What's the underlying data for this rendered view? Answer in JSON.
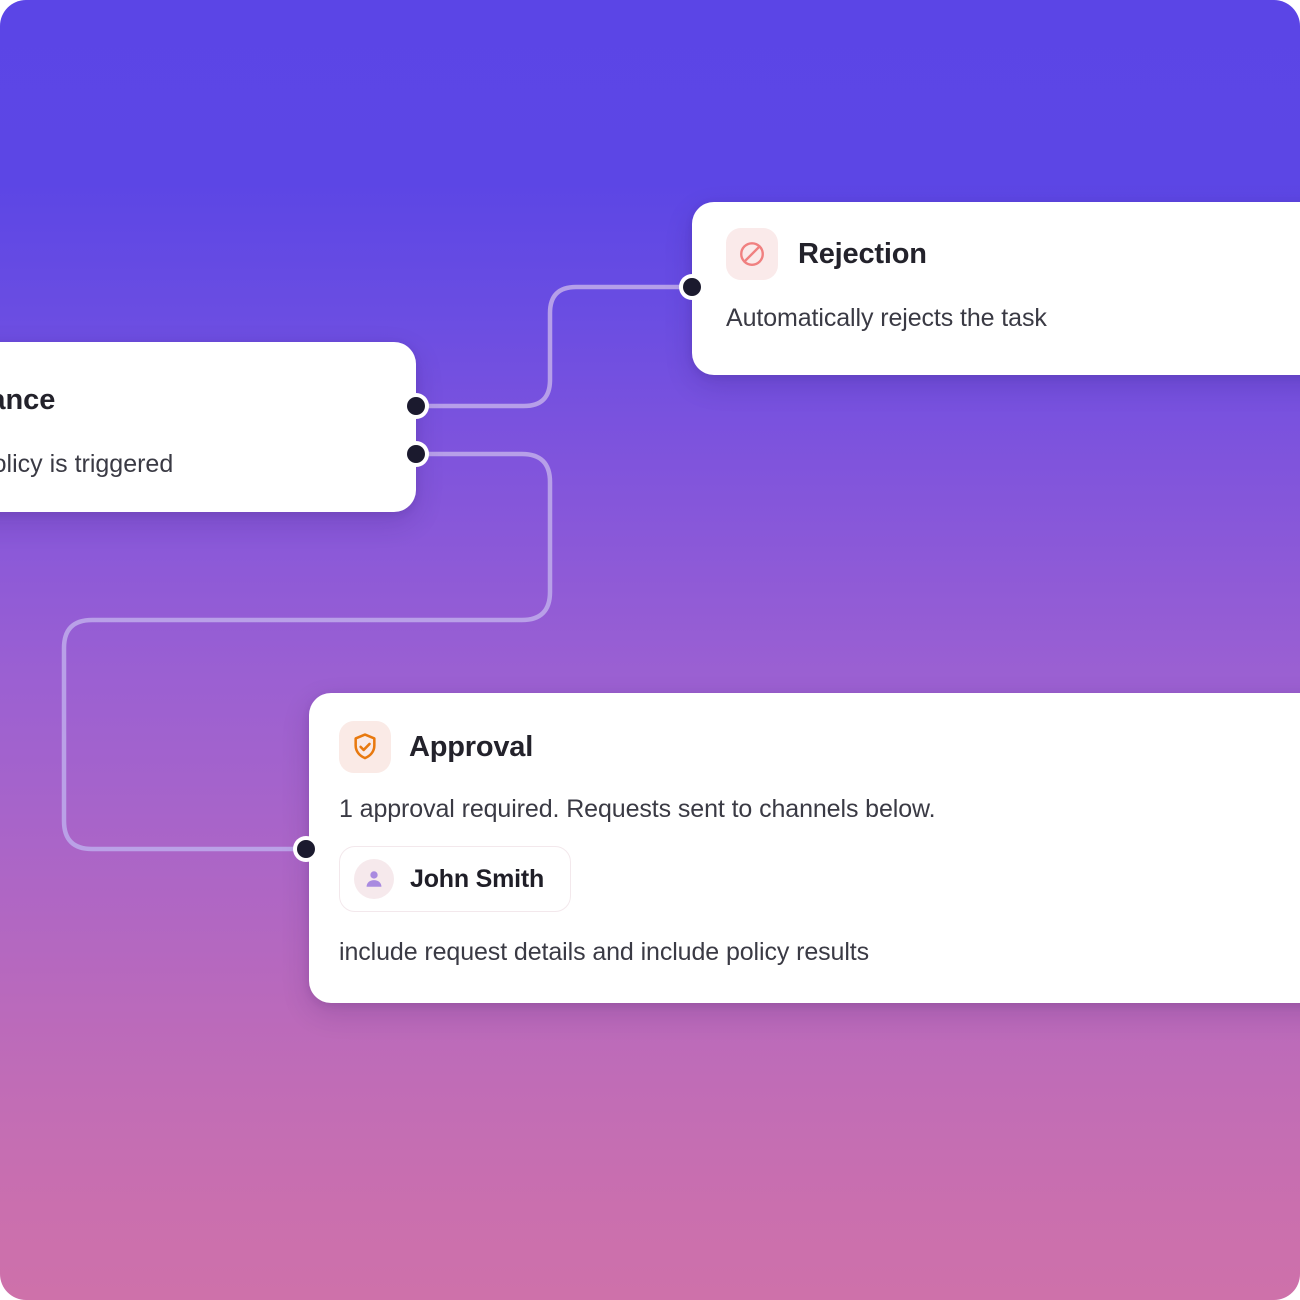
{
  "canvas": {
    "background_top": "#5B45E6",
    "background_mid": "#9B60D2",
    "background_bottom": "#CE71AA",
    "connector_color": "#BCA6E9",
    "port_color": "#1B1A2E"
  },
  "nodes": {
    "compliance": {
      "title": "ompliance",
      "description": "when policy is triggered",
      "clipped": "left"
    },
    "rejection": {
      "icon": "no-entry-icon",
      "icon_color": "#F08080",
      "icon_bg": "#FAEAEA",
      "title": "Rejection",
      "description": "Automatically rejects the task"
    },
    "approval": {
      "icon": "shield-check-icon",
      "icon_color": "#E8790F",
      "icon_bg": "#FAEAE6",
      "title": "Approval",
      "description": "1 approval required. Requests sent to channels below.",
      "approver": {
        "name": "John Smith",
        "avatar": "user-avatar-icon",
        "avatar_color": "#A98AE0"
      },
      "footer": "include request details and include policy results"
    }
  },
  "ports": {
    "compliance_out_top": "compliance-output-port-top",
    "compliance_out_bottom": "compliance-output-port-bottom",
    "rejection_in": "rejection-input-port",
    "approval_in": "approval-input-port"
  }
}
